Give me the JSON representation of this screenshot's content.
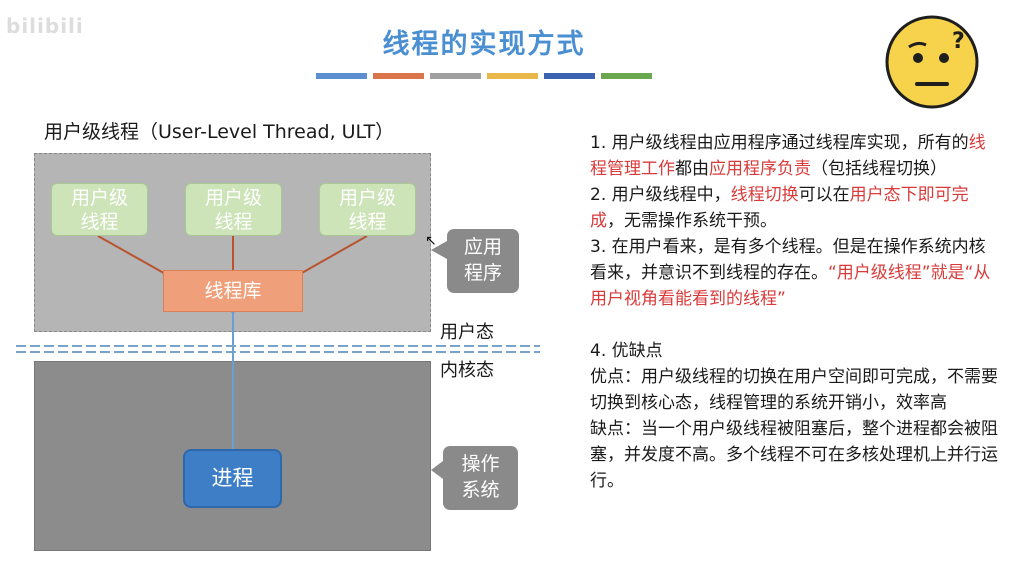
{
  "watermark": "bilibili",
  "slide": {
    "title": "线程的实现方式",
    "title_bar_colors": [
      "#5b8fd0",
      "#d9744b",
      "#a0a0a0",
      "#e9b84a",
      "#3b63b0",
      "#6aa84f"
    ]
  },
  "emoji": {
    "icon": "confused-face-icon",
    "mark": "?"
  },
  "diagram": {
    "heading": "用户级线程（User-Level Thread, ULT）",
    "user_threads": [
      {
        "line1": "用户级",
        "line2": "线程"
      },
      {
        "line1": "用户级",
        "line2": "线程"
      },
      {
        "line1": "用户级",
        "line2": "线程"
      }
    ],
    "thread_library": "线程库",
    "process": "进程",
    "user_mode_label": "用户态",
    "kernel_mode_label": "内核态",
    "app_callout": {
      "line1": "应用",
      "line2": "程序"
    },
    "os_callout": {
      "line1": "操作",
      "line2": "系统"
    }
  },
  "notes": {
    "p1": {
      "a": "1. 用户级线程由应用程序通过线程库实现，所有的",
      "b": "线程管理工作",
      "c": "都由",
      "d": "应用程序负责",
      "e": "（包括线程切换）"
    },
    "p2": {
      "a": "2. 用户级线程中，",
      "b": "线程切换",
      "c": "可以在",
      "d": "用户态下即可完成",
      "e": "，无需操作系统干预。"
    },
    "p3": {
      "a": "3. 在用户看来，是有多个线程。但是在操作系统内核看来，并意识不到线程的存在。",
      "b": "“用户级线程”就是“从用户视角看能看到的线程”"
    },
    "p4": {
      "heading": "4. 优缺点",
      "pros": "优点：用户级线程的切换在用户空间即可完成，不需要切换到核心态，线程管理的系统开销小，效率高",
      "cons": "缺点：当一个用户级线程被阻塞后，整个进程都会被阻塞，并发度不高。多个线程不可在多核处理机上并行运行。"
    }
  }
}
